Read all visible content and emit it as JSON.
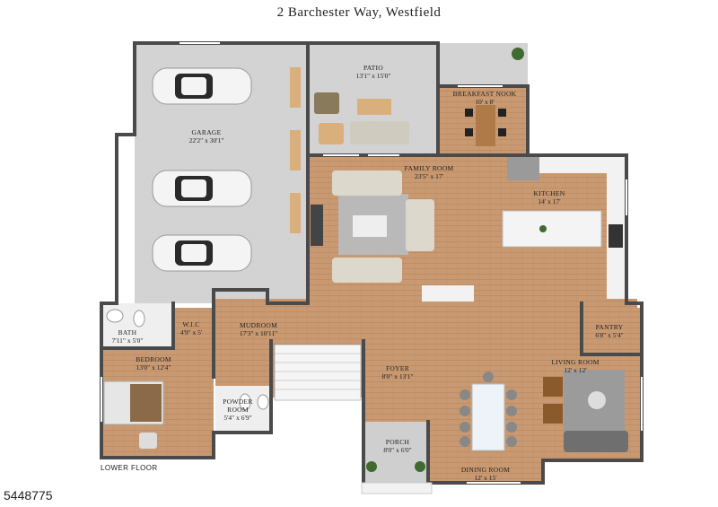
{
  "header": {
    "title": "2 Barchester Way, Westfield"
  },
  "footer": {
    "floor_label": "LOWER FLOOR",
    "listing_id": "5448775"
  },
  "rooms": [
    {
      "key": "garage",
      "name": "GARAGE",
      "dims": "22'2\" x 30'1\""
    },
    {
      "key": "patio",
      "name": "PATIO",
      "dims": "13'1\" x 15'0\""
    },
    {
      "key": "breakfast",
      "name": "BREAKFAST NOOK",
      "dims": "10' x 8'"
    },
    {
      "key": "family",
      "name": "FAMILY ROOM",
      "dims": "23'5\" x 17'"
    },
    {
      "key": "kitchen",
      "name": "KITCHEN",
      "dims": "14' x 17'"
    },
    {
      "key": "bath",
      "name": "BATH",
      "dims": "7'11\" x 5'0\""
    },
    {
      "key": "wic",
      "name": "W.I.C",
      "dims": "4'9\" x 5'"
    },
    {
      "key": "mudroom",
      "name": "MUDROOM",
      "dims": "17'3\" x 10'11\""
    },
    {
      "key": "pantry",
      "name": "PANTRY",
      "dims": "6'8\" x 5'4\""
    },
    {
      "key": "bedroom",
      "name": "BEDROOM",
      "dims": "13'0\" x 12'4\""
    },
    {
      "key": "foyer",
      "name": "FOYER",
      "dims": "8'0\" x 13'1\""
    },
    {
      "key": "living",
      "name": "LIVING ROOM",
      "dims": "12' x 12'"
    },
    {
      "key": "powder",
      "name": "POWDER\nROOM",
      "dims": "5'4\" x 6'9\""
    },
    {
      "key": "porch",
      "name": "PORCH",
      "dims": "8'0\" x 6'0\""
    },
    {
      "key": "dining",
      "name": "DINING ROOM",
      "dims": "12' x 15'"
    }
  ],
  "colors": {
    "wood": "#c99a72",
    "concrete": "#d3d3d3",
    "wall": "#4a4a4a",
    "white_fixture": "#f2f2f2",
    "plant": "#3f6b2f"
  }
}
